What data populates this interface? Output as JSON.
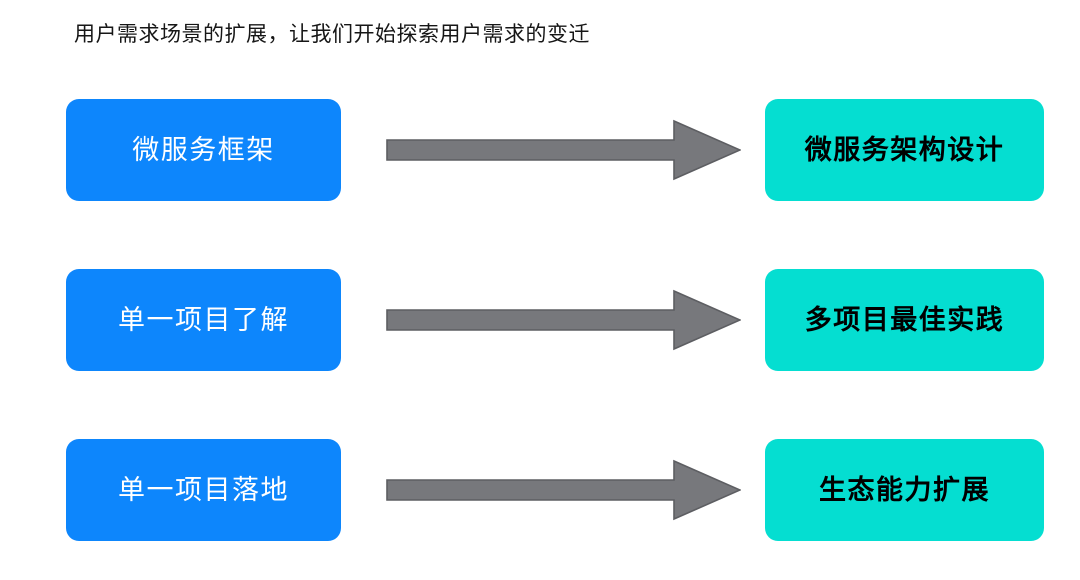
{
  "slide": {
    "background_color": "#ffffff",
    "title": "用户需求场景的扩展，让我们开始探索用户需求的变迁",
    "colors": {
      "left_box_fill": "#0d86fc",
      "left_box_text": "#ffffff",
      "right_box_fill": "#05ded1",
      "right_box_text": "#000000",
      "arrow_fill": "#77787c",
      "arrow_stroke": "#5d5e62",
      "title_text": "#161616"
    }
  },
  "rows": [
    {
      "from_label": "微服务框架",
      "arrow_icon": "right-arrow-icon",
      "to_label": "微服务架构设计"
    },
    {
      "from_label": "单一项目了解",
      "arrow_icon": "right-arrow-icon",
      "to_label": "多项目最佳实践"
    },
    {
      "from_label": "单一项目落地",
      "arrow_icon": "right-arrow-icon",
      "to_label": "生态能力扩展"
    }
  ]
}
